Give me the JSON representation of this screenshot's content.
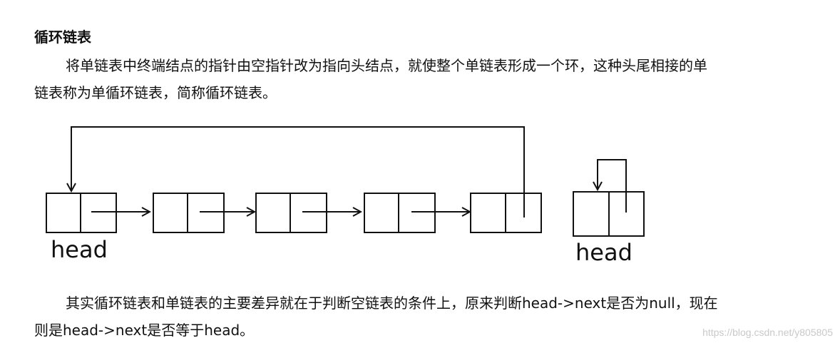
{
  "section": {
    "title": "循环链表"
  },
  "intro": {
    "line1": "将单链表中终端结点的指针由空指针改为指向头结点，就使整个单链表形成一个环，这种头尾相接的单",
    "line2": "链表称为单循环链表，简称循环链表。"
  },
  "diagram": {
    "main_list": {
      "node_count": 5,
      "head_label": "head"
    },
    "empty_list": {
      "head_label": "head"
    }
  },
  "conclusion": {
    "line1": "其实循环链表和单链表的主要差异就在于判断空链表的条件上，原来判断head->next是否为null，现在",
    "line2": "则是head->next是否等于head。"
  },
  "watermark": {
    "text": "https://blog.csdn.net/y805805"
  }
}
